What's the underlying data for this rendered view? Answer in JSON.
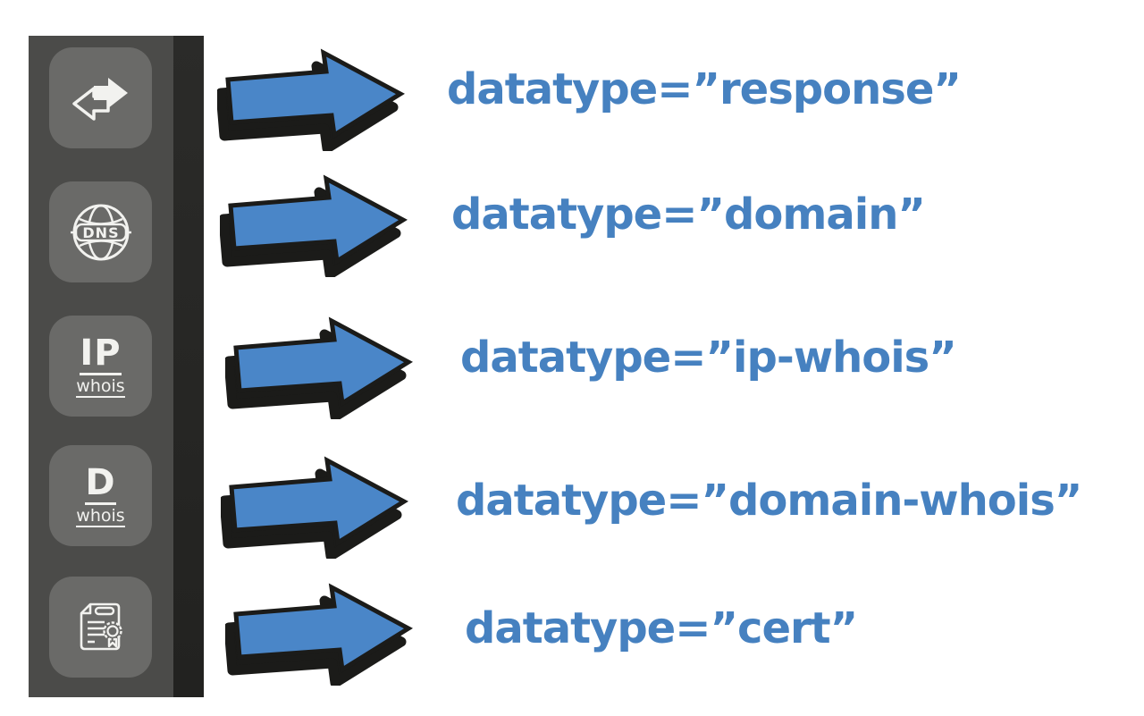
{
  "colors": {
    "label_blue": "#4681c0",
    "arrow_blue": "#4a86c8",
    "arrow_outline": "#1b1b19",
    "sidebar_bg": "#4b4b49",
    "sidebar_edge": "#262624",
    "button_bg": "#6a6a68",
    "icon_white": "#f2f2ef",
    "page_bg": "#ffffff"
  },
  "sidebar": {
    "buttons": [
      {
        "id": "request-response",
        "icon": "transfer-arrows-icon"
      },
      {
        "id": "dns",
        "icon": "dns-globe-icon",
        "text": "DNS"
      },
      {
        "id": "ip-whois",
        "icon": "ip-whois-icon",
        "line1": "IP",
        "line2": "whois"
      },
      {
        "id": "domain-whois",
        "icon": "domain-whois-icon",
        "line1": "D",
        "line2": "whois"
      },
      {
        "id": "cert",
        "icon": "certificate-icon"
      }
    ]
  },
  "rows": [
    {
      "label": "datatype=”response”"
    },
    {
      "label": "datatype=”domain”"
    },
    {
      "label": "datatype=”ip-whois”"
    },
    {
      "label": "datatype=”domain-whois”"
    },
    {
      "label": "datatype=”cert”"
    }
  ]
}
